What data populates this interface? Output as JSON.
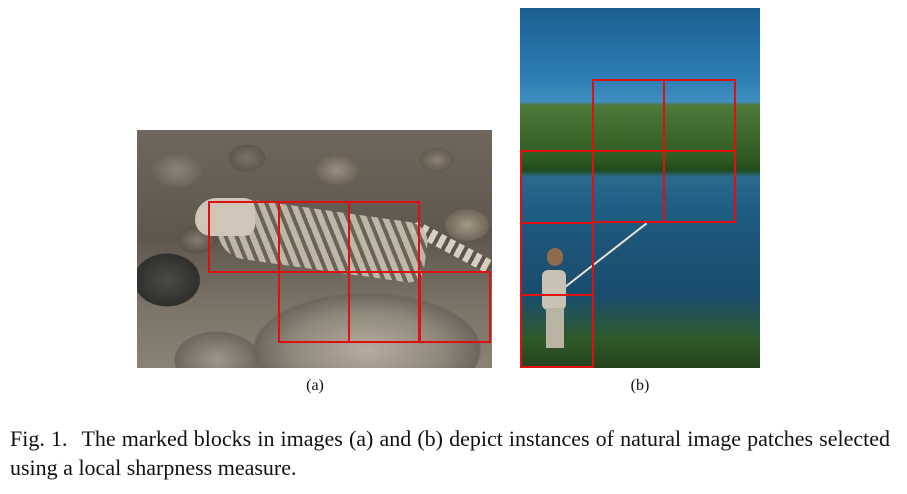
{
  "figure": {
    "panel_a": {
      "label": "(a)"
    },
    "panel_b": {
      "label": "(b)"
    },
    "caption": {
      "label": "Fig. 1.",
      "text": "The marked blocks in images (a) and (b) depict instances of natural image patches selected using a local sharpness measure."
    }
  },
  "colors": {
    "block_outline": "#e01010"
  }
}
